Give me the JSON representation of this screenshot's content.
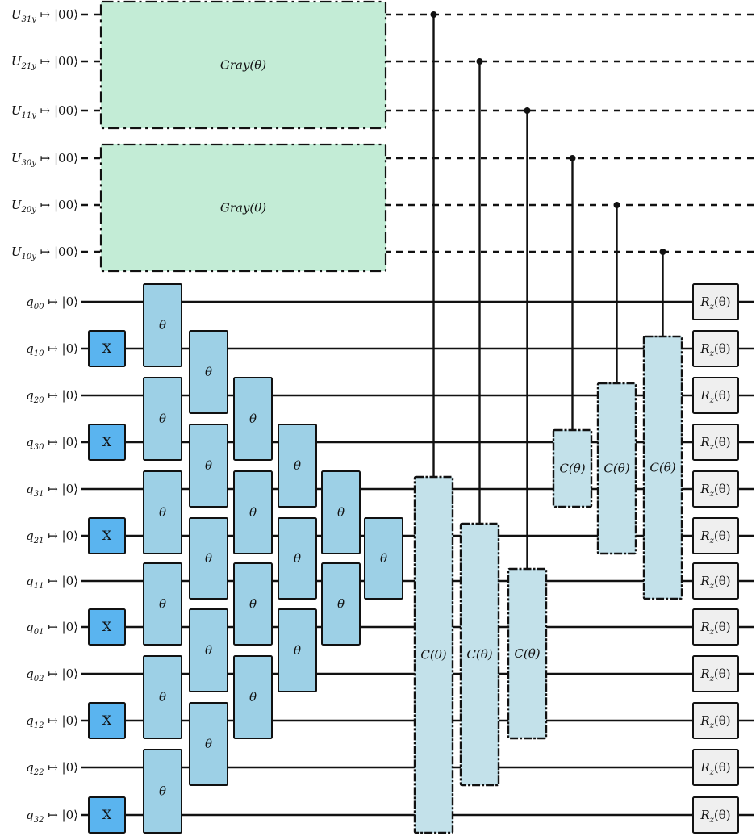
{
  "wires": {
    "ancilla": [
      {
        "sub": "31y",
        "ket": "|00⟩"
      },
      {
        "sub": "21y",
        "ket": "|00⟩"
      },
      {
        "sub": "11y",
        "ket": "|00⟩"
      },
      {
        "sub": "30y",
        "ket": "|00⟩"
      },
      {
        "sub": "20y",
        "ket": "|00⟩"
      },
      {
        "sub": "10y",
        "ket": "|00⟩"
      }
    ],
    "ancilla_letter": "U",
    "qubits": [
      {
        "sub": "00",
        "ket": "|0⟩"
      },
      {
        "sub": "10",
        "ket": "|0⟩"
      },
      {
        "sub": "20",
        "ket": "|0⟩"
      },
      {
        "sub": "30",
        "ket": "|0⟩"
      },
      {
        "sub": "31",
        "ket": "|0⟩"
      },
      {
        "sub": "21",
        "ket": "|0⟩"
      },
      {
        "sub": "11",
        "ket": "|0⟩"
      },
      {
        "sub": "01",
        "ket": "|0⟩"
      },
      {
        "sub": "02",
        "ket": "|0⟩"
      },
      {
        "sub": "12",
        "ket": "|0⟩"
      },
      {
        "sub": "22",
        "ket": "|0⟩"
      },
      {
        "sub": "32",
        "ket": "|0⟩"
      }
    ],
    "qubit_letter": "q",
    "map_symbol": "↦"
  },
  "gates": {
    "gray_label": "Gray(θ)",
    "x_label": "X",
    "theta_label": "θ",
    "controlled_label": "C(θ)",
    "rz_label": "Rz(θ)",
    "rz_base": "R",
    "rz_sub": "z",
    "rz_arg": "(θ)"
  },
  "colors": {
    "gray_box": "#c3ecd6",
    "x_gate": "#5ab4ef",
    "theta_gate": "#9dd0e6",
    "controlled_gate": "#c3e1ea",
    "rz_gate": "#efefef"
  }
}
